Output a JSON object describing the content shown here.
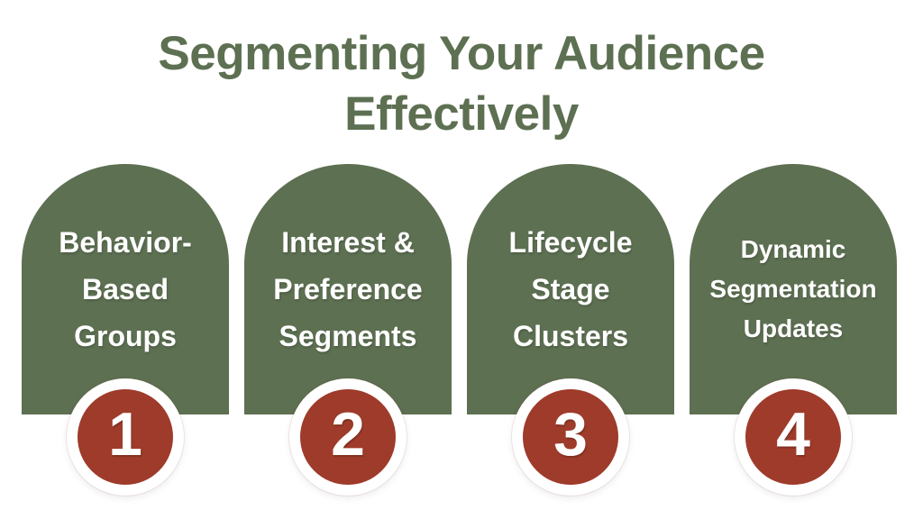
{
  "title": {
    "line1": "Segmenting Your Audience",
    "line2": "Effectively"
  },
  "cards": [
    {
      "lines": [
        "Behavior-",
        "Based",
        "Groups"
      ],
      "number": "1"
    },
    {
      "lines": [
        "Interest &",
        "Preference",
        "Segments"
      ],
      "number": "2"
    },
    {
      "lines": [
        "Lifecycle",
        "Stage",
        "Clusters"
      ],
      "number": "3"
    },
    {
      "lines": [
        "Dynamic",
        "Segmentation",
        "Updates"
      ],
      "number": "4"
    }
  ],
  "colors": {
    "green": "#5d7052",
    "red": "#9e3b2a",
    "white": "#ffffff",
    "page-bg": "#ffffff"
  }
}
